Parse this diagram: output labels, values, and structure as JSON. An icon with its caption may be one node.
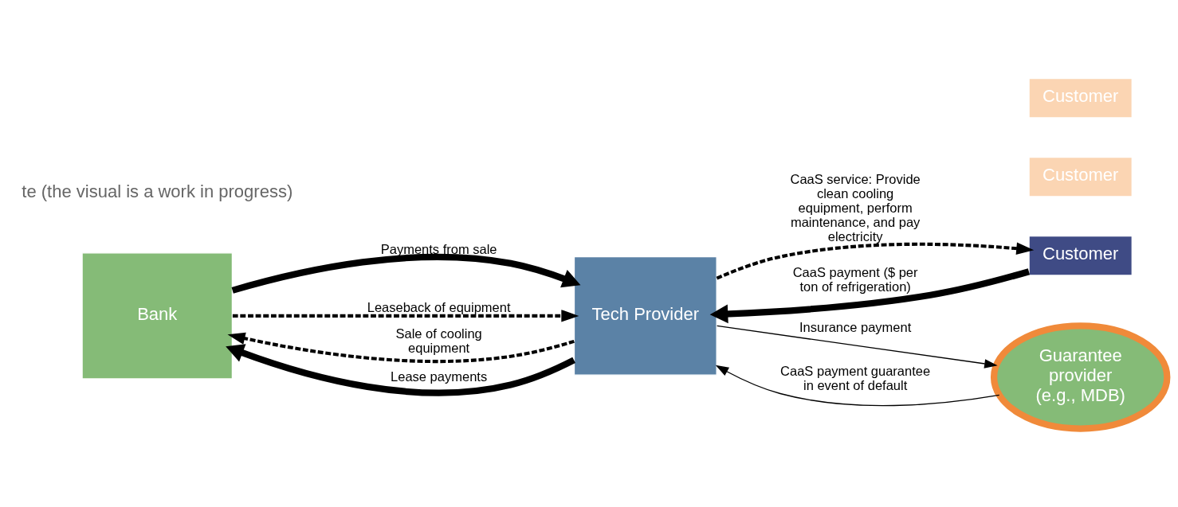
{
  "diagram": {
    "nodes": [
      {
        "text": [
          "Bank"
        ]
      },
      {
        "text": [
          "Tech Provider"
        ]
      },
      {
        "text": [
          "Customer"
        ]
      },
      {
        "text": [
          "Customer"
        ]
      },
      {
        "text": [
          "Customer"
        ]
      },
      {
        "text": [
          "Guarantee provider (e.g., MDB)"
        ]
      }
    ],
    "edges": [
      {
        "from": 1,
        "to": 0,
        "arrow": "to",
        "label": "Sale of cooling equipment",
        "style": "dashed"
      },
      {
        "from": 0,
        "to": 1,
        "arrow": "to",
        "label": "Payments from sale",
        "style": "thick"
      },
      {
        "from": 0,
        "to": 1,
        "arrow": "to",
        "label": "Leaseback of equipment",
        "style": "dashed"
      },
      {
        "from": 1,
        "to": 0,
        "arrow": "to",
        "label": "Lease payments",
        "style": "thick"
      },
      {
        "from": 1,
        "to": 2,
        "arrow": "to",
        "label": "CaaS service: Provide clean cooling equipment, perform maintenance, and pay electricity",
        "style": "dashed"
      },
      {
        "from": 2,
        "to": 1,
        "arrow": "to",
        "label": "CaaS payment ($ per ton of refrigeration)",
        "style": "thick"
      },
      {
        "from": 1,
        "to": 5,
        "arrow": "to",
        "label": "Insurance payment"
      },
      {
        "from": 5,
        "to": 1,
        "arrow": "to",
        "label": "CaaS payment guarantee in event of default"
      }
    ],
    "labels": [
      "te (the visual is a work in progress)"
    ]
  }
}
